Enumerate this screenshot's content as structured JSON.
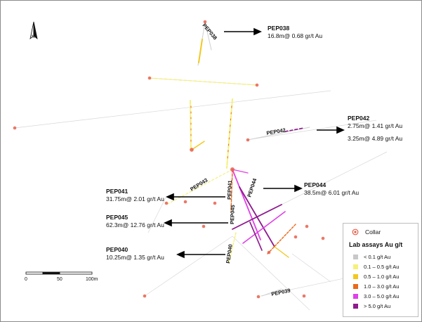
{
  "north": {
    "label": "N"
  },
  "scale_bar": {
    "ticks": [
      "0",
      "50",
      "100m"
    ]
  },
  "drillholes": [
    {
      "id": "PEP038"
    },
    {
      "id": "PEP042"
    },
    {
      "id": "PEP043"
    },
    {
      "id": "PEP041"
    },
    {
      "id": "PEP044"
    },
    {
      "id": "PEP045"
    },
    {
      "id": "PEP040"
    },
    {
      "id": "PEP039"
    }
  ],
  "callouts": [
    {
      "hole": "PEP038",
      "lines": [
        "16.8m@ 0.68 gr/t Au"
      ]
    },
    {
      "hole": "PEP042",
      "lines": [
        "2.75m@ 1.41 gr/t Au",
        "3.25m@ 4.89 gr/t Au"
      ]
    },
    {
      "hole": "PEP044",
      "lines": [
        "38.5m@ 6.01 gr/t Au"
      ]
    },
    {
      "hole": "PEP041",
      "lines": [
        "31.75m@ 2.01 gr/t Au"
      ]
    },
    {
      "hole": "PEP045",
      "lines": [
        "62.3m@ 12.76 gr/t Au"
      ]
    },
    {
      "hole": "PEP040",
      "lines": [
        "10.25m@ 1.35 gr/t Au"
      ]
    }
  ],
  "legend": {
    "collar_label": "Collar",
    "title": "Lab assays Au g/t",
    "items": [
      {
        "label": "< 0.1 g/t Au",
        "color": "#c8c8c8"
      },
      {
        "label": "0.1 – 0.5 g/t Au",
        "color": "#f5f07a"
      },
      {
        "label": "0.5 – 1.0 g/t Au",
        "color": "#f2c820"
      },
      {
        "label": "1.0 – 3.0 g/t Au",
        "color": "#ea6a18"
      },
      {
        "label": "3.0 – 5.0 g/t Au",
        "color": "#e040e8"
      },
      {
        "label": "> 5.0 g/t Au",
        "color": "#8e1a8e"
      }
    ]
  },
  "colors": {
    "collar": "#e8604c",
    "trace": "#d6d6d6",
    "arrow": "#000000"
  }
}
